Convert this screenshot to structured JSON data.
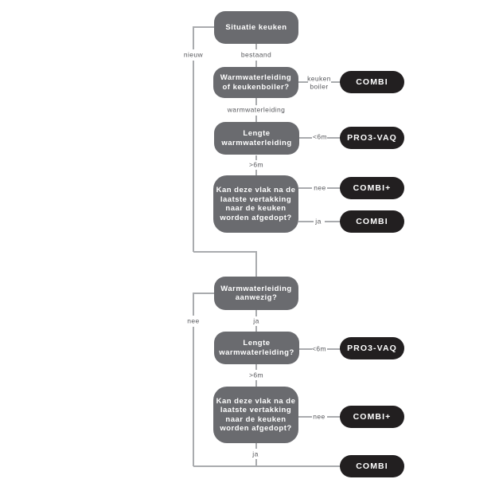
{
  "diagram": {
    "nodes": {
      "start": "Situatie keuken",
      "q_type": "Warmwaterleiding\nof keukenboiler?",
      "q_length1": "Lengte\nwarmwaterleiding",
      "q_cap1": "Kan deze vlak na de\nlaatste vertakking\nnaar de keuken\nworden afgedopt?",
      "q_present": "Warmwaterleiding\naanwezig?",
      "q_length2": "Lengte\nwarmwaterleiding?",
      "q_cap2": "Kan deze vlak na de\nlaatste vertakking\nnaar de keuken\nworden afgedopt?"
    },
    "edge_labels": {
      "nieuw": "nieuw",
      "bestaand": "bestaand",
      "keuken_boiler": "keuken\nboiler",
      "warmwaterleiding": "warmwaterleiding",
      "lt6m_1": "<6m",
      "gt6m_1": ">6m",
      "nee_1": "nee",
      "ja_1": "ja",
      "nee_2": "nee",
      "ja_2": "ja",
      "lt6m_2": "<6m",
      "gt6m_2": ">6m",
      "nee_3": "nee",
      "ja_3": "ja"
    },
    "results": {
      "combi_1": "COMBI",
      "pro3vaq_1": "PRO3-VAQ",
      "combi_plus_1": "COMBI+",
      "combi_2": "COMBI",
      "pro3vaq_2": "PRO3-VAQ",
      "combi_plus_2": "COMBI+",
      "combi_3": "COMBI"
    },
    "colors": {
      "question_box": "#6a6b6f",
      "result_pill": "#221f20",
      "connector": "#a9abae",
      "edge_label_text": "#56575b",
      "background": "#ffffff"
    }
  }
}
